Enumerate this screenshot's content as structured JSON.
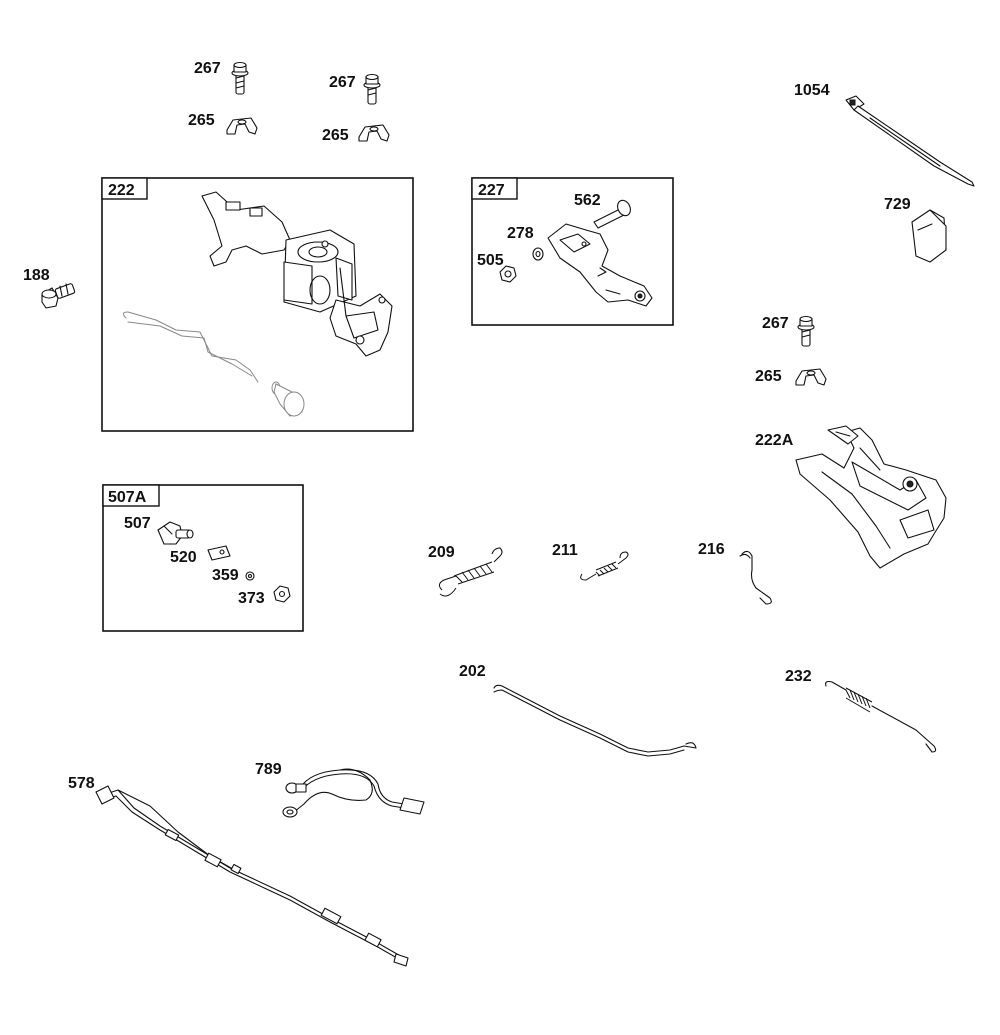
{
  "group_boxes": [
    {
      "id": "222",
      "label": "222"
    },
    {
      "id": "227",
      "label": "227"
    },
    {
      "id": "507A",
      "label": "507A"
    }
  ],
  "part_labels": {
    "p267a": "267",
    "p265a": "265",
    "p267b": "267",
    "p265b": "265",
    "p1054": "1054",
    "p729": "729",
    "p188": "188",
    "p562": "562",
    "p278": "278",
    "p505": "505",
    "p267c": "267",
    "p265c": "265",
    "p222A": "222A",
    "p507": "507",
    "p520": "520",
    "p359": "359",
    "p373": "373",
    "p209": "209",
    "p211": "211",
    "p216": "216",
    "p202": "202",
    "p232": "232",
    "p789": "789",
    "p578": "578"
  }
}
